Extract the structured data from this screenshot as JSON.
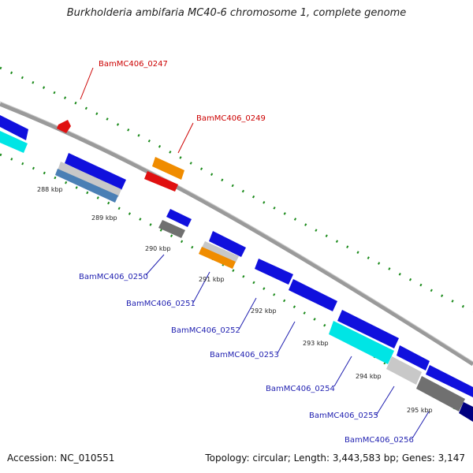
{
  "title": "Burkholderia ambifaria MC40-6 chromosome 1, complete genome",
  "footer": {
    "accession": "Accession: NC_010551",
    "topology": "Topology: circular; Length: 3,443,583 bp; Genes: 3,147"
  },
  "colors": {
    "backbone": "#8a8a8a",
    "tick": "#1a8a1a",
    "label_red": "#cc0000",
    "label_blue": "#1f1fb0",
    "gene_blue": "#1010dd",
    "gene_cyan": "#00e5e5",
    "gene_orange": "#f08c00",
    "gene_red": "#e01010",
    "gene_gray": "#777777",
    "gene_silver": "#c8c8c8",
    "gene_steel": "#4a7fb5",
    "gene_navy": "#000080"
  },
  "scale_labels": [
    "288 kbp",
    "289 kbp",
    "290 kbp",
    "291 kbp",
    "292 kbp",
    "293 kbp",
    "294 kbp",
    "295 kbp"
  ],
  "gene_labels": {
    "top": [
      "BamMC406_0247",
      "BamMC406_0249"
    ],
    "bottom": [
      "BamMC406_0250",
      "BamMC406_0251",
      "BamMC406_0252",
      "BamMC406_0253",
      "BamMC406_0254",
      "BamMC406_0255",
      "BamMC406_0256"
    ]
  }
}
